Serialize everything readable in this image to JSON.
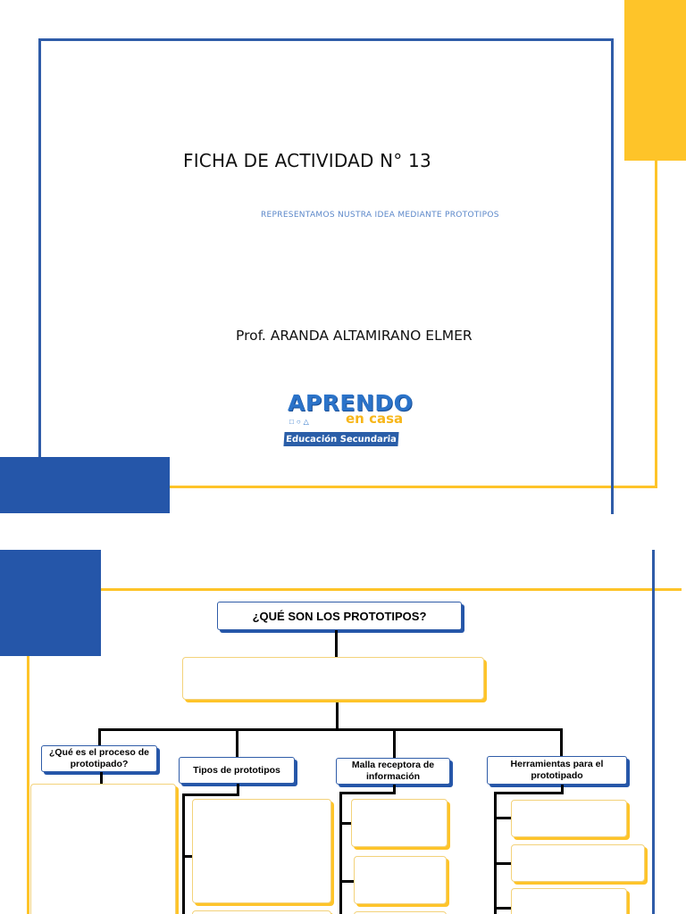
{
  "slide1": {
    "title": "FICHA DE ACTIVIDAD N° 13",
    "subtitle": "REPRESENTAMOS NUSTRA IDEA MEDIANTE PROTOTIPOS",
    "teacher": "Prof. ARANDA ALTAMIRANO ELMER",
    "logo": {
      "main": "APRENDO",
      "sub": "en casa",
      "band": "Educación Secundaria"
    }
  },
  "slide2": {
    "main_title": "¿QUÉ SON LOS PROTOTIPOS?",
    "categories": [
      "¿Qué es el proceso de prototipado?",
      "Tipos de prototipos",
      "Malla receptora de información",
      "Herramientas para el prototipado"
    ]
  },
  "colors": {
    "blue": "#2556a9",
    "yellow": "#fec429",
    "subtitle_blue": "#5b87c9"
  }
}
